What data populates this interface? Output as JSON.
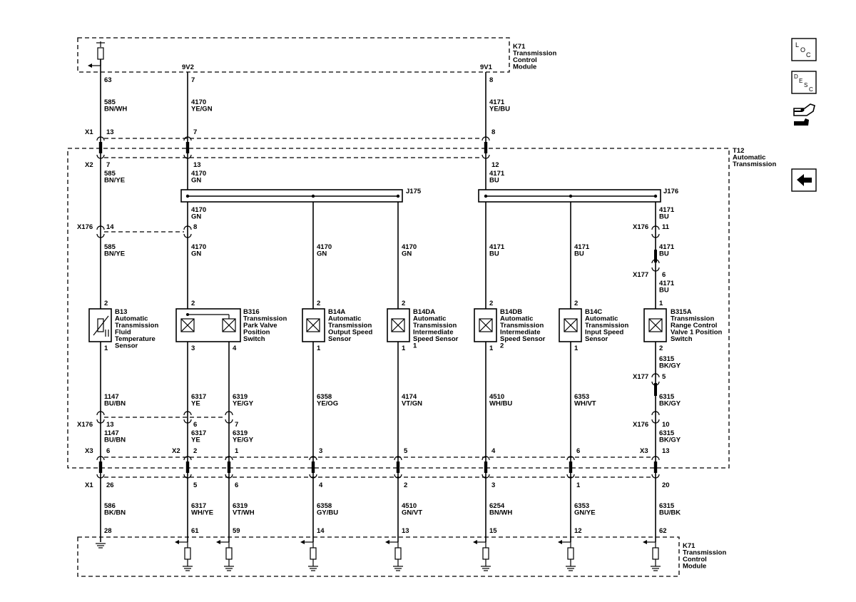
{
  "modules": {
    "k71_top": "K71\nTransmission\nControl\nModule",
    "k71_bottom": "K71\nTransmission\nControl\nModule",
    "t12": "T12\nAutomatic\nTransmission"
  },
  "pins_top": {
    "left": "63",
    "ninev2_pin": "7",
    "ninev1_pin": "8",
    "ninev2": "9V2",
    "ninev1": "9V1"
  },
  "wires_top": {
    "w585_top": "585\nBN/WH",
    "w4170_top": "4170\nYE/GN",
    "w4171_top": "4171\nYE/BU"
  },
  "connectors": {
    "x1_top": {
      "name": "X1",
      "pins": [
        "13",
        "7",
        "8"
      ]
    },
    "x2_top": {
      "name": "X2",
      "pins": [
        "7",
        "13",
        "12"
      ]
    },
    "x176_a": {
      "name": "X176",
      "pins": [
        "14",
        "8"
      ]
    },
    "x176_b": {
      "name": "X176",
      "pin": "11"
    },
    "x177_a": {
      "name": "X177",
      "pin": "6"
    },
    "x177_b": {
      "name": "X177",
      "pin": "5"
    },
    "x176_c": {
      "name": "X176",
      "pins": [
        "13",
        "6",
        "7"
      ]
    },
    "x176_d": {
      "name": "X176",
      "pin": "10"
    },
    "x3": {
      "name": "X3",
      "pin_left": "6",
      "pin_right": "13"
    },
    "x2_bottom": {
      "name": "X2",
      "pins": [
        "2",
        "1",
        "3",
        "5",
        "4",
        "6"
      ]
    },
    "x1_bottom": {
      "name": "X1",
      "pins": [
        "26",
        "5",
        "6",
        "4",
        "2",
        "3",
        "1",
        "20"
      ]
    }
  },
  "wires_mid": {
    "w585_bnye_1": "585\nBN/YE",
    "w4170_gn_1": "4170\nGN",
    "w4171_bu_1": "4171\nBU",
    "w4170_gn_2": "4170\nGN",
    "w4171_bu_2": "4171\nBU",
    "w585_bnye_2": "585\nBN/YE",
    "w4170_gn_3": "4170\nGN",
    "w4170_gn_4": "4170\nGN",
    "w4170_gn_5": "4170\nGN",
    "w4171_bu_3": "4171\nBU",
    "w4171_bu_4": "4171\nBU",
    "w4171_bu_5": "4171\nBU",
    "w4171_bu_6": "4171\nBU"
  },
  "splices": {
    "j175": "J175",
    "j176": "J176"
  },
  "components": [
    {
      "pin_top": "2",
      "pin_bot": "1",
      "label": "B13\nAutomatic\nTransmission\nFluid\nTemperature\nSensor"
    },
    {
      "pin_top": "2",
      "pin_bot_a": "3",
      "pin_bot_b": "4",
      "label": "B316\nTransmission\nPark Valve\nPosition\nSwitch"
    },
    {
      "pin_top": "2",
      "pin_bot": "1",
      "label": "B14A\nAutomatic\nTransmission\nOutput Speed\nSensor"
    },
    {
      "pin_top": "2",
      "pin_bot": "1",
      "label": "B14DA\nAutomatic\nTransmission\nIntermediate\nSpeed Sensor\n1"
    },
    {
      "pin_top": "2",
      "pin_bot": "1",
      "label": "B14DB\nAutomatic\nTransmission\nIntermediate\nSpeed Sensor\n2"
    },
    {
      "pin_top": "2",
      "pin_bot": "1",
      "label": "B14C\nAutomatic\nTransmission\nInput Speed\nSensor"
    },
    {
      "pin_top": "1",
      "pin_bot": "2",
      "label": "B315A\nTransmission\nRange Control\nValve 1 Position\nSwitch"
    }
  ],
  "wires_low": {
    "w1147": "1147\nBU/BN",
    "w6317": "6317\nYE",
    "w6319": "6319\nYE/GY",
    "w6358": "6358\nYE/OG",
    "w4174": "4174\nVT/GN",
    "w4510": "4510\nWH/BU",
    "w6353": "6353\nWH/VT",
    "w6315_a": "6315\nBK/GY",
    "w6315_b": "6315\nBK/GY",
    "w6315_c": "6315\nBK/GY",
    "w1147_b": "1147\nBU/BN",
    "w6317_b": "6317\nYE",
    "w6319_b": "6319\nYE/GY"
  },
  "wires_bottom": {
    "w586": "586\nBK/BN",
    "w6317_wh": "6317\nWH/YE",
    "w6319_vt": "6319\nVT/WH",
    "w6358_gy": "6358\nGY/BU",
    "w4510_gn": "4510\nGN/VT",
    "w6254": "6254\nBN/WH",
    "w6353_gn": "6353\nGN/YE",
    "w6315_bu": "6315\nBU/BK"
  },
  "pins_bottom": [
    "28",
    "61",
    "59",
    "14",
    "13",
    "15",
    "12",
    "62"
  ],
  "nav": {
    "loc": {
      "l": "L",
      "o": "O",
      "c": "C"
    },
    "desc": {
      "d": "D",
      "e": "E",
      "s": "S",
      "c": "C"
    }
  }
}
